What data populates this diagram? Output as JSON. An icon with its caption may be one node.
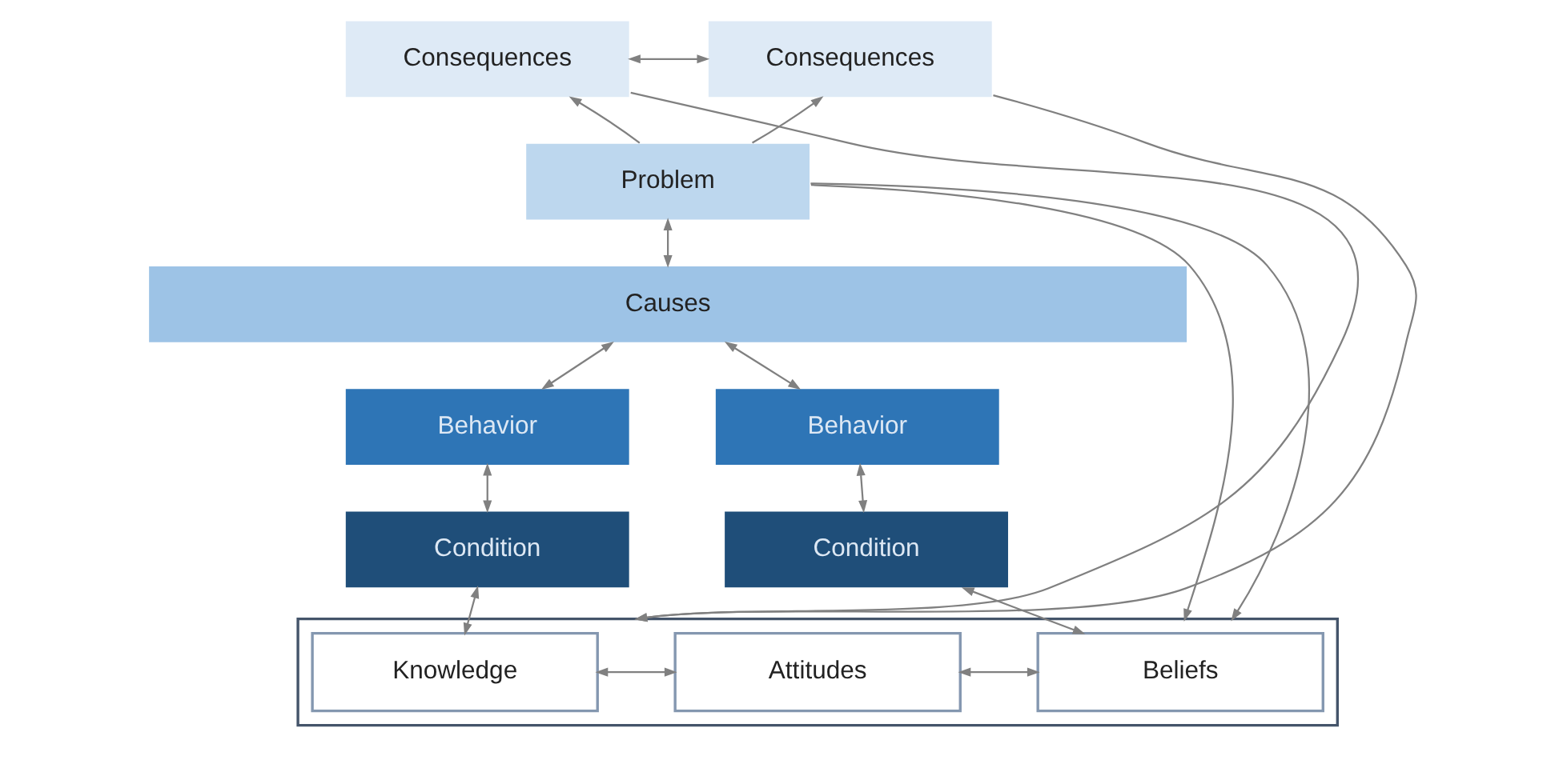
{
  "diagram": {
    "nodes": [
      {
        "text": [
          "Consequences"
        ]
      },
      {
        "text": [
          "Consequences"
        ]
      },
      {
        "text": [
          "Problem"
        ]
      },
      {
        "text": [
          "Causes"
        ]
      },
      {
        "text": [
          "Behavior"
        ]
      },
      {
        "text": [
          "Behavior"
        ]
      },
      {
        "text": [
          "Condition"
        ]
      },
      {
        "text": [
          "Condition"
        ]
      },
      {
        "text": [],
        "shape": "box"
      },
      {
        "text": [
          "Knowledge"
        ],
        "in": 8
      },
      {
        "text": [
          "Attitudes"
        ],
        "in": 8
      },
      {
        "text": [
          "Beliefs"
        ],
        "in": 8
      }
    ],
    "edges": [
      {
        "from": 0,
        "to": 1,
        "arrow": "both"
      },
      {
        "from": 2,
        "to": 0,
        "arrow": "to"
      },
      {
        "from": 2,
        "to": 1,
        "arrow": "to"
      },
      {
        "from": 2,
        "to": 3,
        "arrow": "both"
      },
      {
        "from": 3,
        "to": 4,
        "arrow": "both"
      },
      {
        "from": 3,
        "to": 5,
        "arrow": "both"
      },
      {
        "from": 4,
        "to": 6,
        "arrow": "both"
      },
      {
        "from": 5,
        "to": 7,
        "arrow": "both"
      },
      {
        "from": 6,
        "to": 9,
        "arrow": "both"
      },
      {
        "from": 7,
        "to": 11,
        "arrow": "both"
      },
      {
        "from": 9,
        "to": 10,
        "arrow": "both"
      },
      {
        "from": 10,
        "to": 11,
        "arrow": "both"
      },
      {
        "from": 0,
        "to": 8,
        "arrow": "to"
      },
      {
        "from": 2,
        "to": 8,
        "arrow": "to"
      },
      {
        "from": 1,
        "to": 8,
        "arrow": "to"
      },
      {
        "from": 2,
        "to": 8,
        "arrow": "to"
      }
    ]
  }
}
